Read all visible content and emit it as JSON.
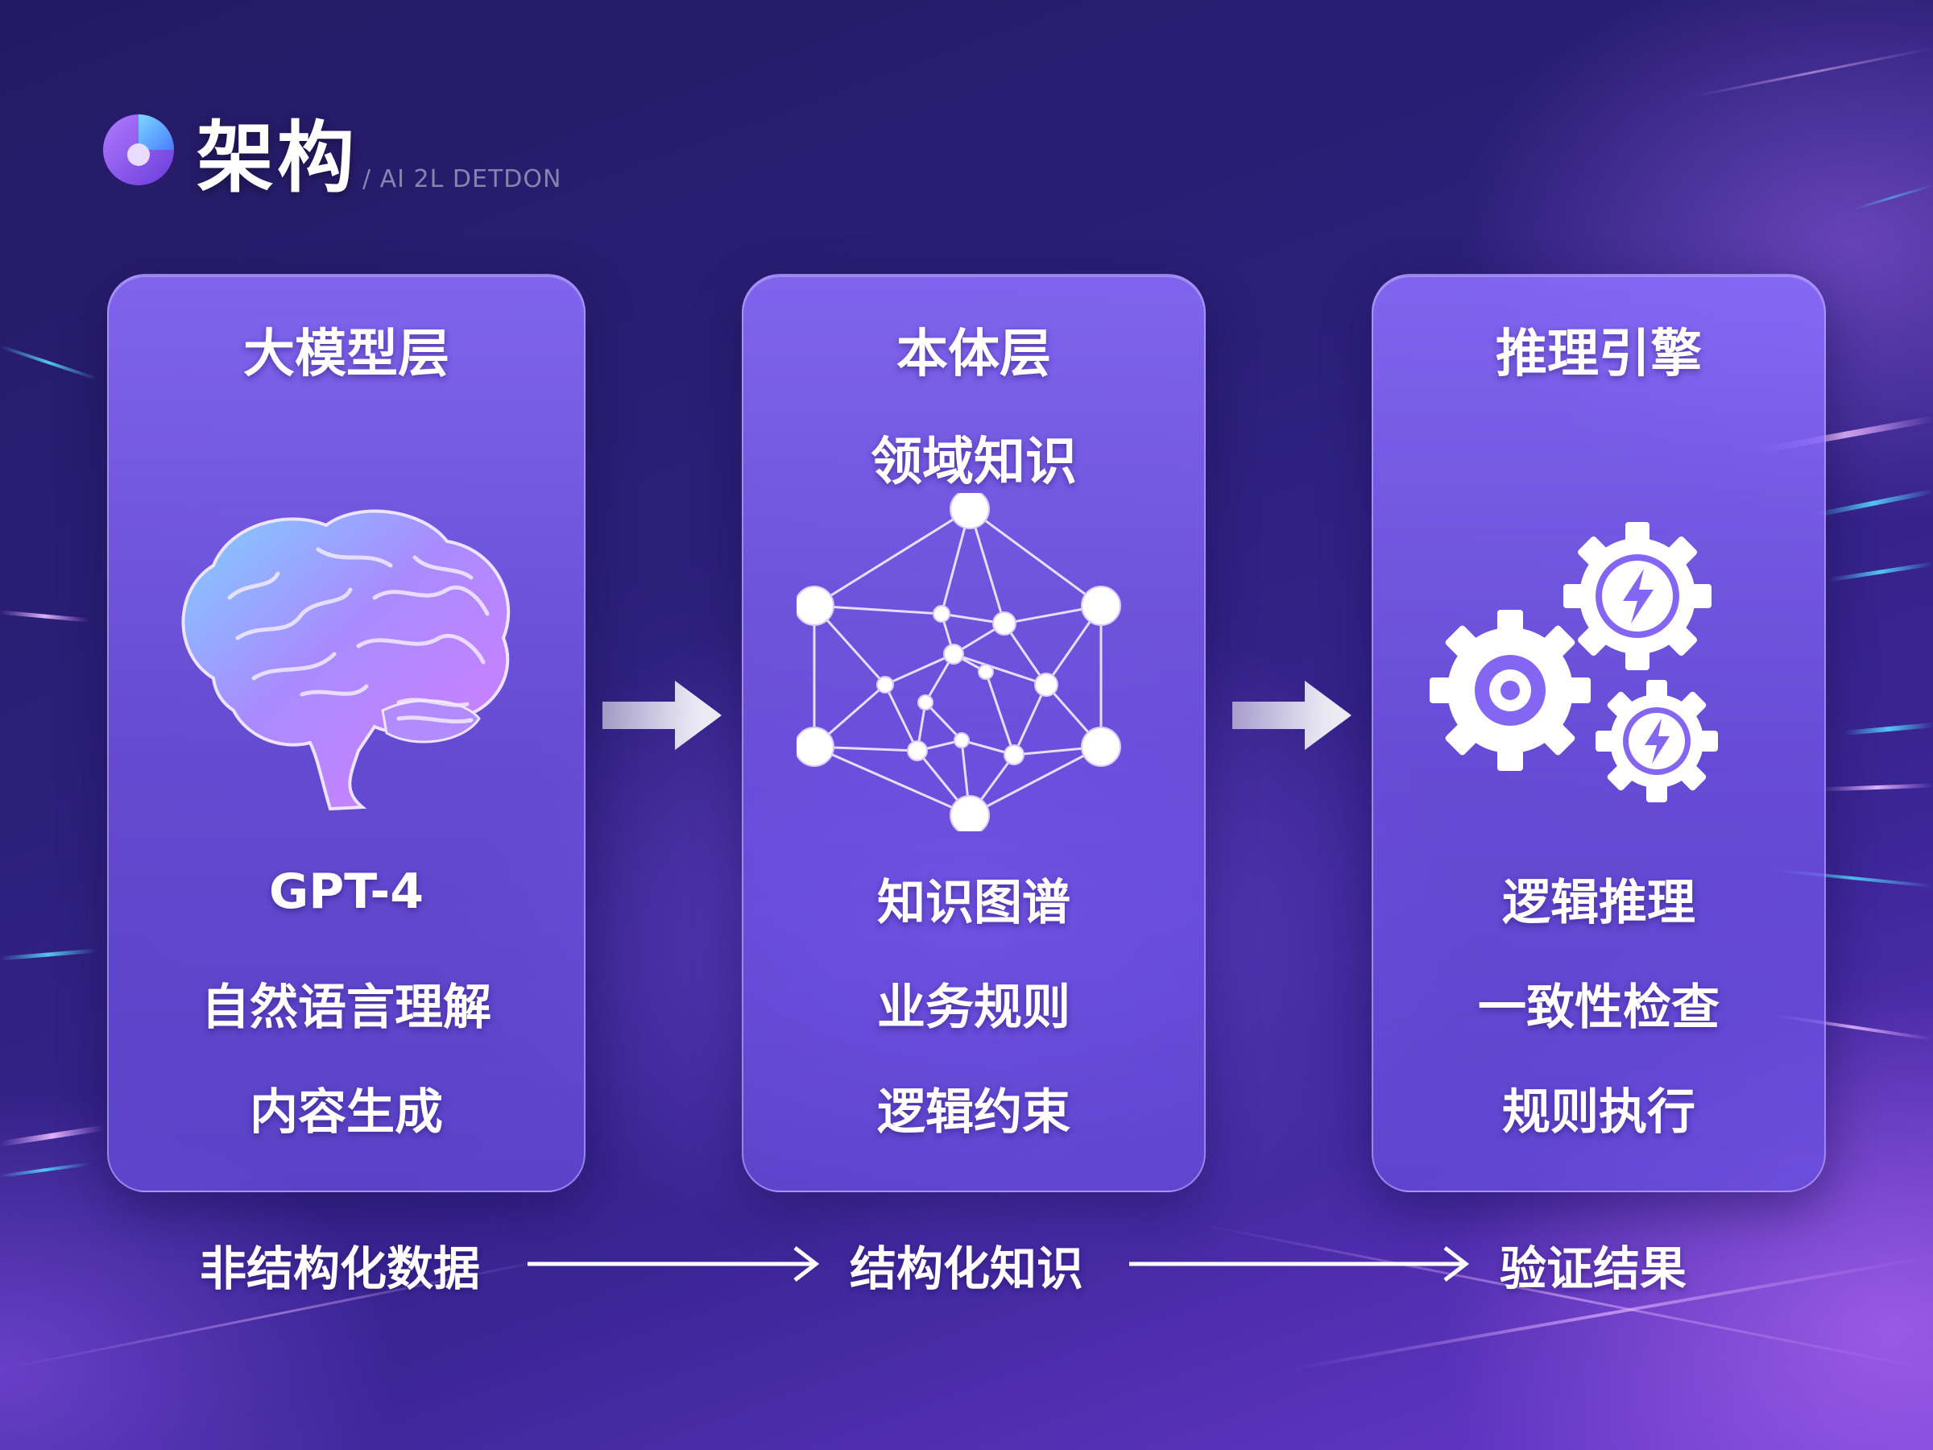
{
  "header": {
    "title": "架构",
    "subtitle": "/ AI 2L DETDON"
  },
  "columns": [
    {
      "title": "大模型层",
      "subtitle": "",
      "icon": "brain-icon",
      "items": [
        "GPT-4",
        "自然语言理解",
        "内容生成"
      ]
    },
    {
      "title": "本体层",
      "subtitle": "领域知识",
      "icon": "knowledge-graph-icon",
      "items": [
        "知识图谱",
        "业务规则",
        "逻辑约束"
      ]
    },
    {
      "title": "推理引擎",
      "subtitle": "",
      "icon": "gears-icon",
      "items": [
        "逻辑推理",
        "一致性检查",
        "规则执行"
      ]
    }
  ],
  "flow": {
    "stages": [
      "非结构化数据",
      "结构化知识",
      "验证结果"
    ]
  },
  "colors": {
    "background": "#2b1f78",
    "card": "#8a6cff",
    "text": "#ffffff",
    "accent_cyan": "#5fd6ff",
    "accent_pink": "#c080ff"
  }
}
